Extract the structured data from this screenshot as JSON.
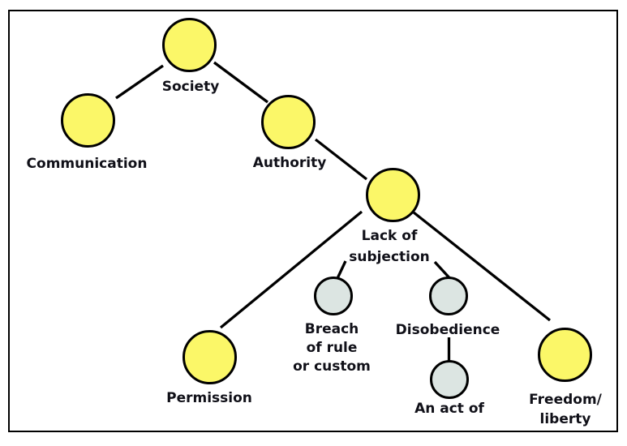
{
  "diagram": {
    "description": "Concept tree diagram with circular nodes connected by lines",
    "colors": {
      "primary_node_fill": "#FBF768",
      "secondary_node_fill": "#DCE5E2",
      "node_border": "#000000",
      "edge_line": "#000000",
      "label_text": "#101018",
      "background": "#FFFFFF"
    },
    "nodes": [
      {
        "id": "society",
        "label": "Society",
        "type": "primary"
      },
      {
        "id": "communication",
        "label": "Communication",
        "type": "primary"
      },
      {
        "id": "authority",
        "label": "Authority",
        "type": "primary"
      },
      {
        "id": "lack-of-subjection",
        "label": "Lack of\nsubjection",
        "type": "primary"
      },
      {
        "id": "permission",
        "label": "Permission",
        "type": "primary"
      },
      {
        "id": "breach-of-rule-or-custom",
        "label": "Breach\nof rule\nor custom",
        "type": "secondary"
      },
      {
        "id": "disobedience",
        "label": "Disobedience",
        "type": "secondary"
      },
      {
        "id": "an-act-of",
        "label": "An act of",
        "type": "secondary"
      },
      {
        "id": "freedom-liberty",
        "label": "Freedom/\nliberty",
        "type": "primary"
      }
    ],
    "edges": [
      {
        "from": "society",
        "to": "communication"
      },
      {
        "from": "society",
        "to": "authority"
      },
      {
        "from": "authority",
        "to": "lack-of-subjection"
      },
      {
        "from": "lack-of-subjection",
        "to": "permission"
      },
      {
        "from": "lack-of-subjection",
        "to": "freedom-liberty"
      },
      {
        "from": "lack-of-subjection",
        "to": "breach-of-rule-or-custom"
      },
      {
        "from": "lack-of-subjection",
        "to": "disobedience"
      },
      {
        "from": "disobedience",
        "to": "an-act-of"
      }
    ]
  }
}
